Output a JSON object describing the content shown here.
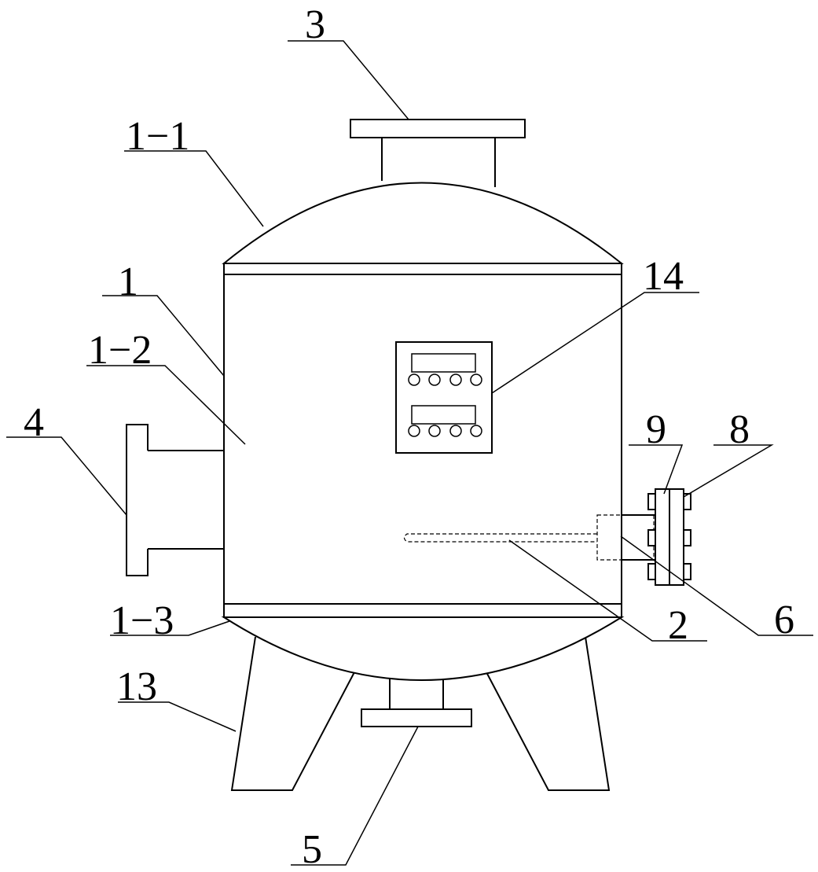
{
  "labels": {
    "l3": "3",
    "l1_1": "1−1",
    "l1": "1",
    "l1_2": "1−2",
    "l4": "4",
    "l14": "14",
    "l9": "9",
    "l8": "8",
    "l1_3": "1−3",
    "l2": "2",
    "l6": "6",
    "l13": "13",
    "l5": "5"
  }
}
